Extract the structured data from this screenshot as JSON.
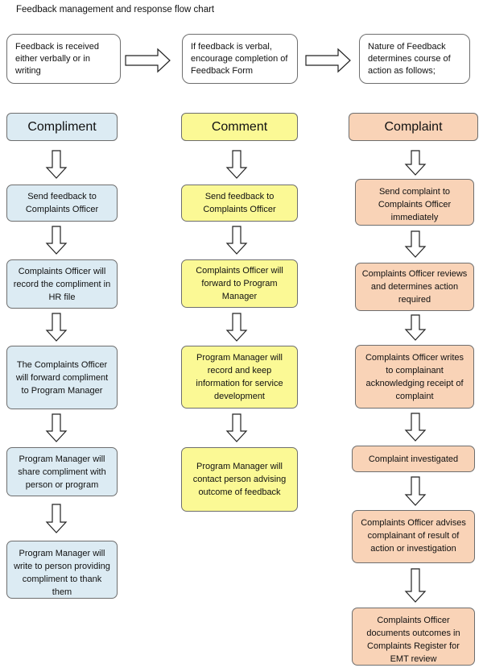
{
  "title": "Feedback management and response flow chart",
  "intro": [
    "Feedback is received either verbally or in writing",
    "If feedback is verbal, encourage completion of Feedback Form",
    "Nature of Feedback determines course of action as follows;"
  ],
  "compliment": {
    "heading": "Compliment",
    "steps": [
      "Send feedback to Complaints Officer",
      "Complaints Officer will record the compliment in HR file",
      "The Complaints Officer will forward compliment to Program Manager",
      "Program Manager will share compliment with person or program",
      "Program Manager will write to person providing compliment to thank them"
    ]
  },
  "comment": {
    "heading": "Comment",
    "steps": [
      "Send feedback to Complaints Officer",
      "Complaints Officer will forward to Program Manager",
      "Program Manager will record and keep information for service development",
      "Program Manager will contact person advising outcome of feedback"
    ]
  },
  "complaint": {
    "heading": "Complaint",
    "steps": [
      "Send complaint to Complaints Officer immediately",
      "Complaints Officer reviews and determines action required",
      "Complaints Officer writes to complainant acknowledging receipt of complaint",
      "Complaint investigated",
      "Complaints Officer advises complainant of result of action or investigation",
      "Complaints Officer documents outcomes in Complaints Register for EMT review"
    ]
  },
  "colors": {
    "compliment_fill": "#dcebf3",
    "comment_fill": "#fbf995",
    "complaint_fill": "#f9d3b7",
    "border": "#6e6e6e"
  }
}
